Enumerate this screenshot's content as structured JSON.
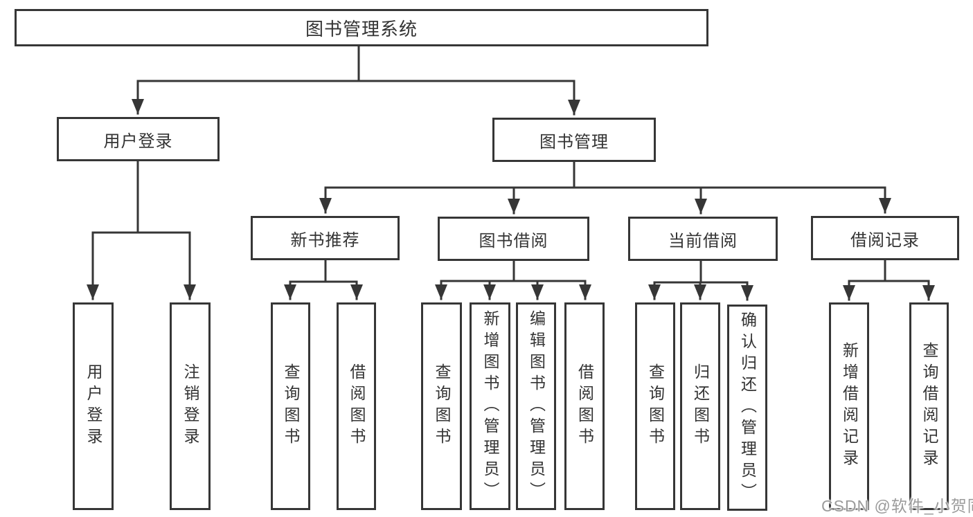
{
  "diagram": {
    "root": {
      "label": "图书管理系统"
    },
    "branches": [
      {
        "label": "用户登录",
        "children": [
          {
            "label": "用户登录"
          },
          {
            "label": "注销登录"
          }
        ]
      },
      {
        "label": "图书管理",
        "children": [
          {
            "label": "新书推荐",
            "children": [
              {
                "label": "查询图书"
              },
              {
                "label": "借阅图书"
              }
            ]
          },
          {
            "label": "图书借阅",
            "children": [
              {
                "label": "查询图书"
              },
              {
                "label": "新增图书（管理员）"
              },
              {
                "label": "编辑图书（管理员）"
              },
              {
                "label": "借阅图书"
              }
            ]
          },
          {
            "label": "当前借阅",
            "children": [
              {
                "label": "查询图书"
              },
              {
                "label": "归还图书"
              },
              {
                "label": "确认归还（管理员）"
              }
            ]
          },
          {
            "label": "借阅记录",
            "children": [
              {
                "label": "新增借阅记录"
              },
              {
                "label": "查询借阅记录"
              }
            ]
          }
        ]
      }
    ],
    "watermark": "CSDN @软件_小贺同学",
    "colors": {
      "line": "#363636",
      "text": "#333333",
      "watermark": "#9b9b9b"
    }
  }
}
